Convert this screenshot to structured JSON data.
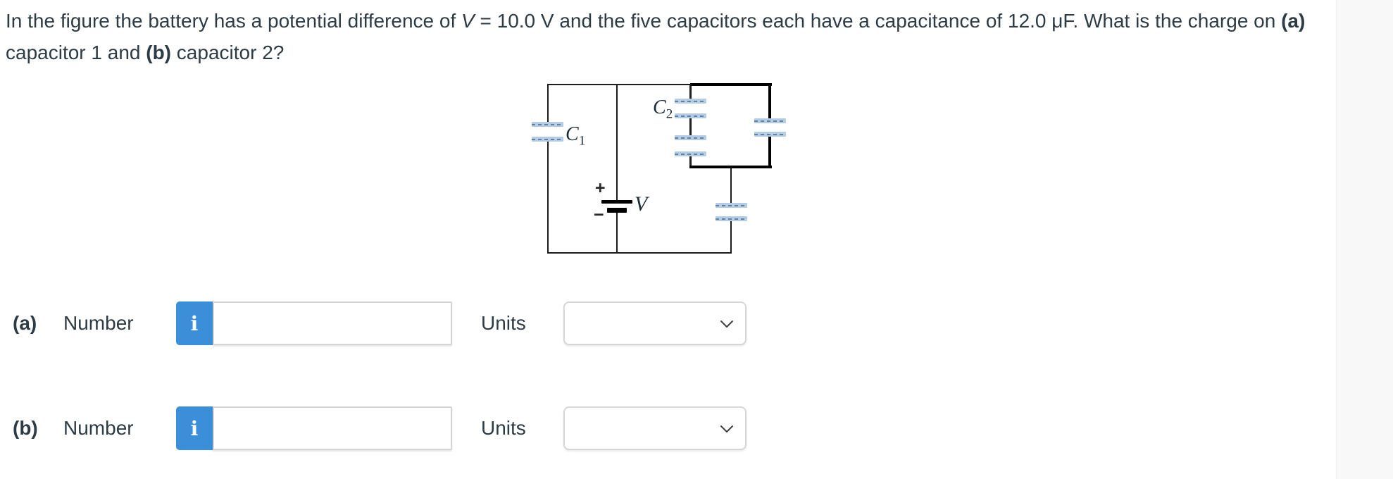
{
  "question": {
    "part1": "In the figure the battery has a potential difference of ",
    "v_symbol": "V",
    "part2": " = 10.0 V and the five capacitors each have a capacitance of 12.0 μF. What is the charge on ",
    "label_a": "(a)",
    "part3": " capacitor 1 and ",
    "label_b": "(b)",
    "part4": " capacitor 2?"
  },
  "diagram": {
    "cap1_letter": "C",
    "cap1_sub": "1",
    "cap2_letter": "C",
    "cap2_sub": "2",
    "battery_label": "V",
    "plus_sign": "+",
    "minus_sign": "−",
    "plate_color": "#b5cde2",
    "wire_color": "#1c1c1c"
  },
  "answers": [
    {
      "prefix": "(a)",
      "number_label": "Number",
      "info_icon": "i",
      "value": "",
      "units_label": "Units",
      "units_value": ""
    },
    {
      "prefix": "(b)",
      "number_label": "Number",
      "info_icon": "i",
      "value": "",
      "units_label": "Units",
      "units_value": ""
    }
  ],
  "colors": {
    "accent_blue": "#3b8ed8",
    "text": "#2d3b45"
  }
}
